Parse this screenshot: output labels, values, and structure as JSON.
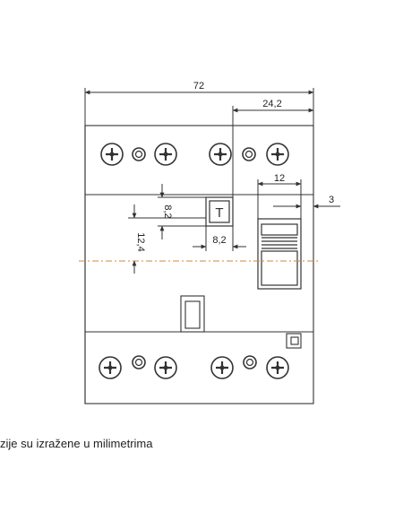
{
  "dimensions": {
    "overall_width": "72",
    "right_offset": "24,2",
    "handle_width": "12",
    "handle_gap": "3",
    "test_height": "8,2",
    "test_width": "8,2",
    "test_offset": "12,4"
  },
  "test_button_letter": "T",
  "caption": "zije su izražene u milimetrima",
  "colors": {
    "line": "#333333",
    "centerline": "#d08a3a",
    "screw": "#ffffff"
  }
}
